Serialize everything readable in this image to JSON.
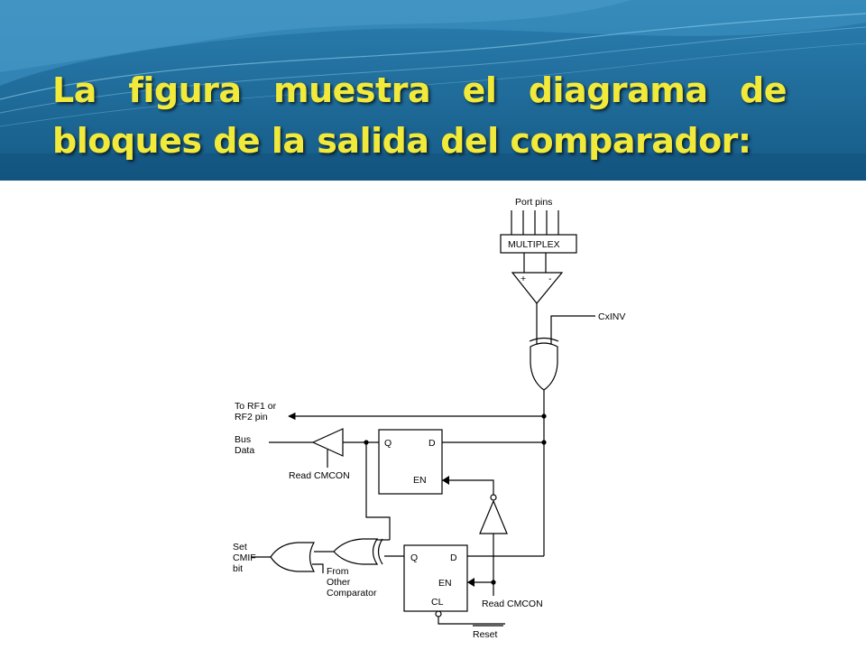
{
  "slide": {
    "title": "La figura muestra el diagrama de bloques de la salida del comparador:"
  },
  "colors": {
    "header_dark": "#0f4a72",
    "header_mid": "#1f6a95",
    "header_light": "#3f95c4",
    "title_text": "#f2ea3a"
  },
  "diagram": {
    "labels": {
      "port_pins": "Port pins",
      "multiplex": "MULTIPLEX",
      "plus": "+",
      "minus": "-",
      "cxinv": "CxINV",
      "to_rf1_line1": "To RF1 or",
      "to_rf1_line2": "RF2 pin",
      "bus_line1": "Bus",
      "bus_line2": "Data",
      "read_cmcon_top": "Read CMCON",
      "q_top": "Q",
      "d_top": "D",
      "en_top": "EN",
      "set_line1": "Set",
      "set_line2": "CMIF",
      "set_line3": "bit",
      "from_line1": "From",
      "from_line2": "Other",
      "from_line3": "Comparator",
      "q_bottom": "Q",
      "d_bottom": "D",
      "en_bottom": "EN",
      "cl": "CL",
      "read_cmcon_bottom": "Read CMCON",
      "reset": "Reset"
    }
  }
}
